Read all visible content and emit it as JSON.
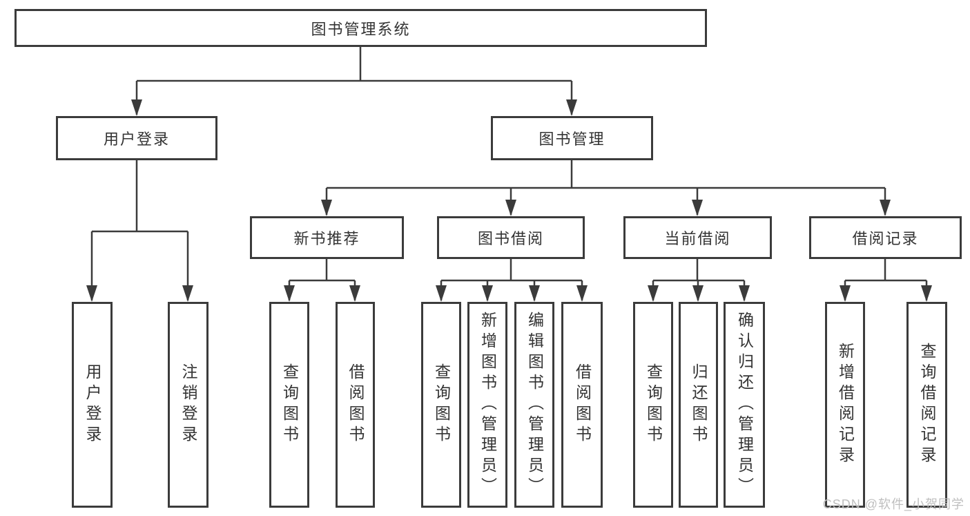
{
  "diagram": {
    "type": "hierarchy-tree",
    "tree": {
      "label": "图书管理系统",
      "children": [
        {
          "label": "用户登录",
          "children": [
            {
              "label": "用户登录"
            },
            {
              "label": "注销登录"
            }
          ]
        },
        {
          "label": "图书管理",
          "children": [
            {
              "label": "新书推荐",
              "children": [
                {
                  "label": "查询图书"
                },
                {
                  "label": "借阅图书"
                }
              ]
            },
            {
              "label": "图书借阅",
              "children": [
                {
                  "label": "查询图书"
                },
                {
                  "label": "新增图书（管理员）"
                },
                {
                  "label": "编辑图书（管理员）"
                },
                {
                  "label": "借阅图书"
                }
              ]
            },
            {
              "label": "当前借阅",
              "children": [
                {
                  "label": "查询图书"
                },
                {
                  "label": "归还图书"
                },
                {
                  "label": "确认归还（管理员）"
                }
              ]
            },
            {
              "label": "借阅记录",
              "children": [
                {
                  "label": "新增借阅记录"
                },
                {
                  "label": "查询借阅记录"
                }
              ]
            }
          ]
        }
      ]
    },
    "colors": {
      "line": "#3b3b3b",
      "text": "#333333",
      "background": "#ffffff",
      "watermark_text": "#bfbfbf"
    }
  },
  "watermark": {
    "text": "CSDN @软件_小贺同学"
  }
}
